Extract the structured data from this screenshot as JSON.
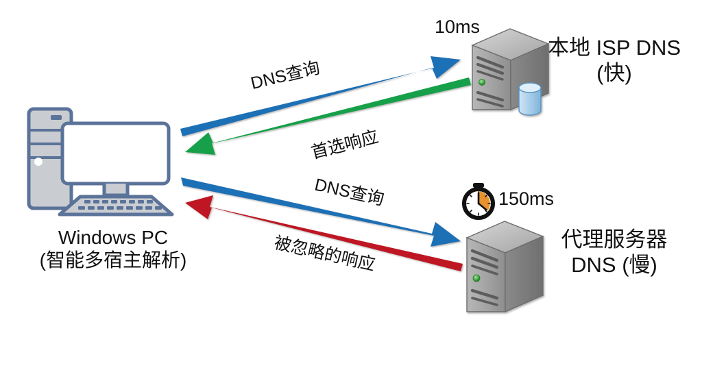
{
  "diagram": {
    "title": "Windows DNS multihomed resolution flow",
    "background": "#ffffff"
  },
  "nodes": {
    "pc": {
      "name": "Windows PC",
      "label_line1": "Windows PC",
      "label_line2": "(智能多宿主解析)",
      "icon": "desktop-pc-icon",
      "outline_color": "#5b7399",
      "fill_color": "#c9ccd1"
    },
    "isp_dns": {
      "label_line1": "本地 ISP DNS",
      "label_line2": "(快)",
      "latency": "10ms",
      "icon": "server-with-database-icon",
      "body_color": "#9a9a9a",
      "top_color": "#c3c3c3",
      "led_color": "#3fa73f",
      "database_color": "#a8cde8"
    },
    "proxy_dns": {
      "label_line1": "代理服务器",
      "label_line2": "DNS (慢)",
      "latency": "150ms",
      "icon": "server-icon",
      "timer_icon": "stopwatch-icon",
      "timer_accent": "#e8922e",
      "body_color": "#9a9a9a",
      "top_color": "#c3c3c3",
      "led_color": "#3fa73f"
    }
  },
  "arrows": [
    {
      "id": "query-to-isp",
      "label": "DNS查询",
      "color": "#1f6fb5",
      "direction": "pc-to-isp",
      "from": "Windows PC",
      "to": "本地 ISP DNS"
    },
    {
      "id": "preferred-response",
      "label": "首选响应",
      "color": "#17a04a",
      "direction": "isp-to-pc",
      "from": "本地 ISP DNS",
      "to": "Windows PC"
    },
    {
      "id": "query-to-proxy",
      "label": "DNS查询",
      "color": "#1f6fb5",
      "direction": "pc-to-proxy",
      "from": "Windows PC",
      "to": "代理服务器 DNS"
    },
    {
      "id": "ignored-response",
      "label": "被忽略的响应",
      "color": "#be1622",
      "direction": "proxy-to-pc",
      "from": "代理服务器 DNS",
      "to": "Windows PC"
    }
  ],
  "colors": {
    "blue": "#1f6fb5",
    "green": "#17a04a",
    "red": "#be1622",
    "orange": "#e8922e",
    "pc_outline": "#5b7399",
    "text": "#111111"
  }
}
